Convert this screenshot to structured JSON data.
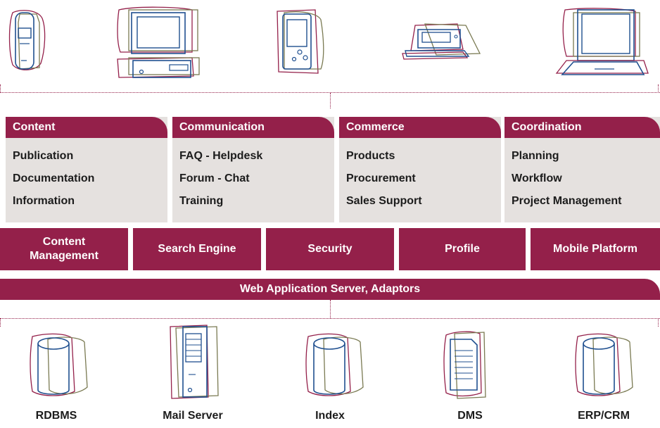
{
  "devices": [
    {
      "icon": "mobile-phone-icon"
    },
    {
      "icon": "desktop-computer-icon"
    },
    {
      "icon": "pda-icon"
    },
    {
      "icon": "small-terminal-icon"
    },
    {
      "icon": "laptop-icon"
    }
  ],
  "panels": [
    {
      "title": "Content",
      "items": [
        "Publication",
        "Documentation",
        "Information"
      ]
    },
    {
      "title": "Communication",
      "items": [
        "FAQ - Helpdesk",
        "Forum - Chat",
        "Training"
      ]
    },
    {
      "title": "Commerce",
      "items": [
        "Products",
        "Procurement",
        "Sales Support"
      ]
    },
    {
      "title": "Coordination",
      "items": [
        "Planning",
        "Workflow",
        "Project Management"
      ]
    }
  ],
  "services": {
    "content_line1": "Content",
    "content_line2": "Management",
    "search": "Search Engine",
    "security": "Security",
    "profile": "Profile",
    "mobile": "Mobile Platform"
  },
  "server": {
    "label": "Web Application Server, Adaptors"
  },
  "backends": [
    {
      "label": "RDBMS",
      "icon": "database-icon"
    },
    {
      "label": "Mail Server",
      "icon": "server-tower-icon"
    },
    {
      "label": "Index",
      "icon": "database-icon"
    },
    {
      "label": "DMS",
      "icon": "document-icon"
    },
    {
      "label": "ERP/CRM",
      "icon": "database-icon"
    }
  ],
  "colors": {
    "accent": "#94204a",
    "panel_bg": "#e5e1df",
    "outline_blue": "#1f4f8f",
    "outline_olive": "#7a7a52"
  }
}
